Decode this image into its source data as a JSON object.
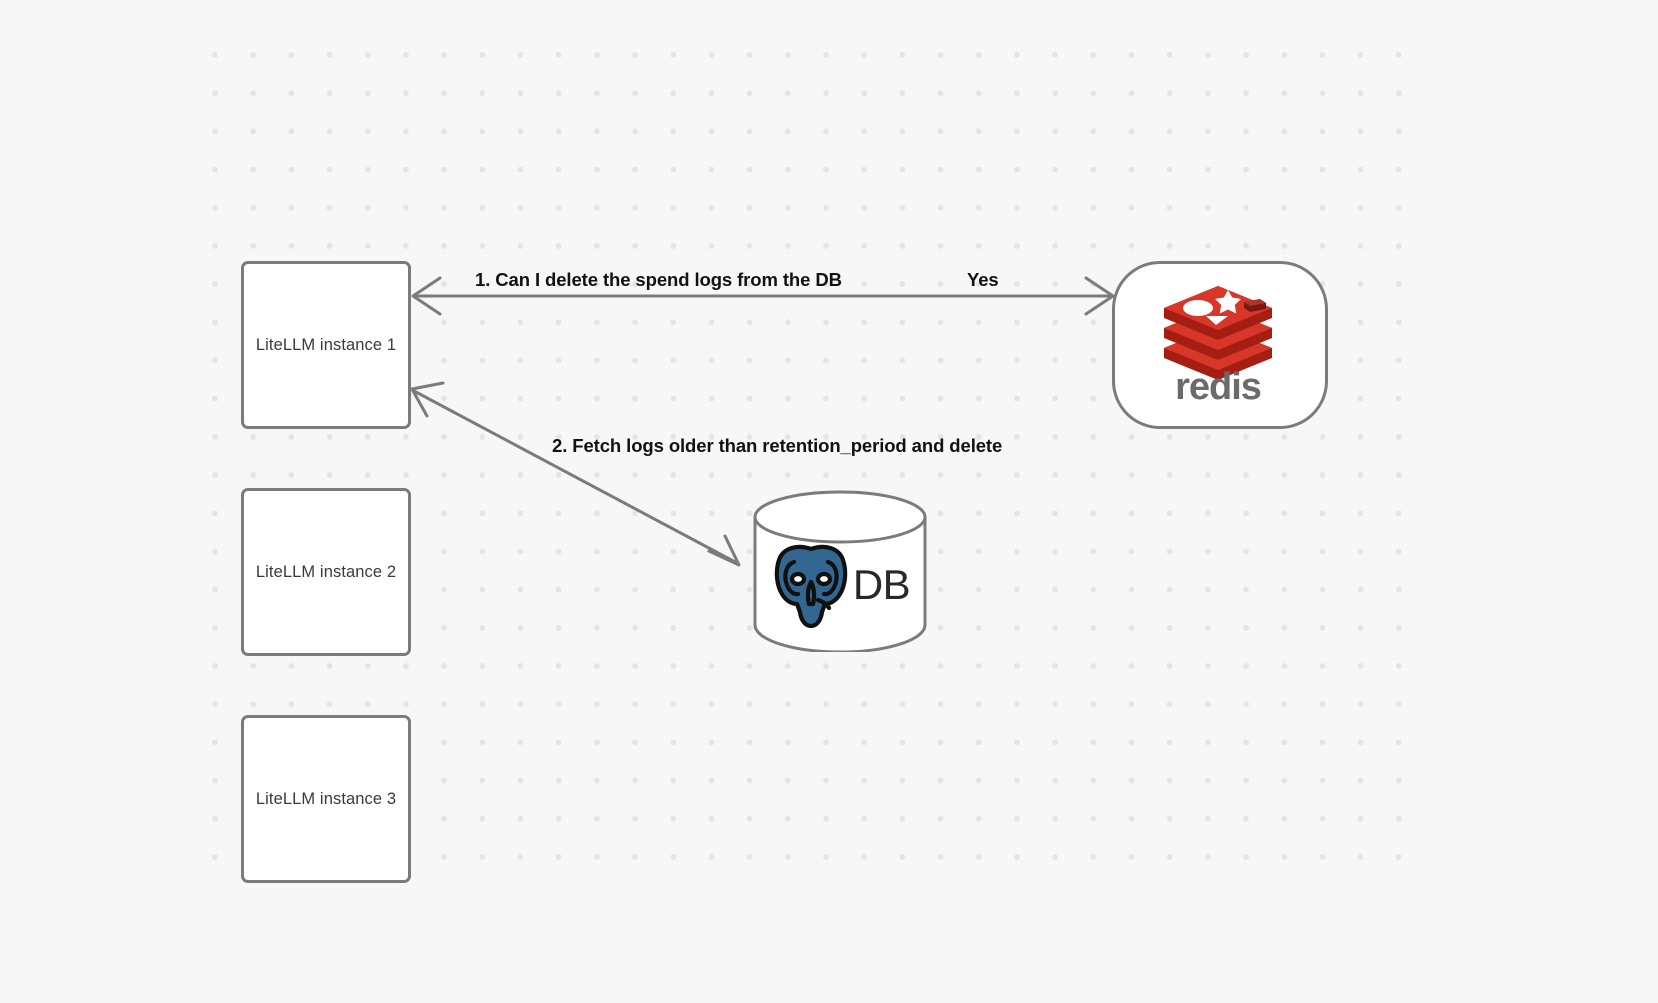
{
  "canvas": {
    "background_color": "#f7f7f8",
    "dot_color": "#e4e4e6"
  },
  "nodes": [
    {
      "id": "litellm-1",
      "label": "LiteLLM instance 1",
      "shape": "rectangle"
    },
    {
      "id": "litellm-2",
      "label": "LiteLLM instance 2",
      "shape": "rectangle"
    },
    {
      "id": "litellm-3",
      "label": "LiteLLM instance 3",
      "shape": "rectangle"
    },
    {
      "id": "redis",
      "label": "redis",
      "shape": "rounded-rectangle",
      "logo": "redis-logo-icon",
      "brand_color": "#d82c20"
    },
    {
      "id": "database",
      "label": "DB",
      "shape": "cylinder",
      "logo": "postgresql-elephant-icon",
      "brand_color": "#336791"
    }
  ],
  "redis": {
    "wordmark": "redis",
    "wordmark_color": "#6b6b6b",
    "stack_color_top": "#d9362a",
    "stack_color_side": "#a41e11"
  },
  "database": {
    "label": "DB",
    "elephant_fill": "#336791",
    "outline_color": "#7b7b7b"
  },
  "edges": [
    {
      "id": "edge-litellm-redis",
      "from": "litellm-1",
      "to": "redis",
      "direction": "bidirectional",
      "label": "1.  Can I delete the spend logs from the DB",
      "answer_label": "Yes"
    },
    {
      "id": "edge-litellm-database",
      "from": "litellm-1",
      "to": "database",
      "direction": "bidirectional",
      "label": "2.  Fetch logs older than retention_period and delete"
    }
  ],
  "edge_style": {
    "stroke_color": "#7b7b7b",
    "stroke_width": 3,
    "arrowhead": "open-v"
  }
}
